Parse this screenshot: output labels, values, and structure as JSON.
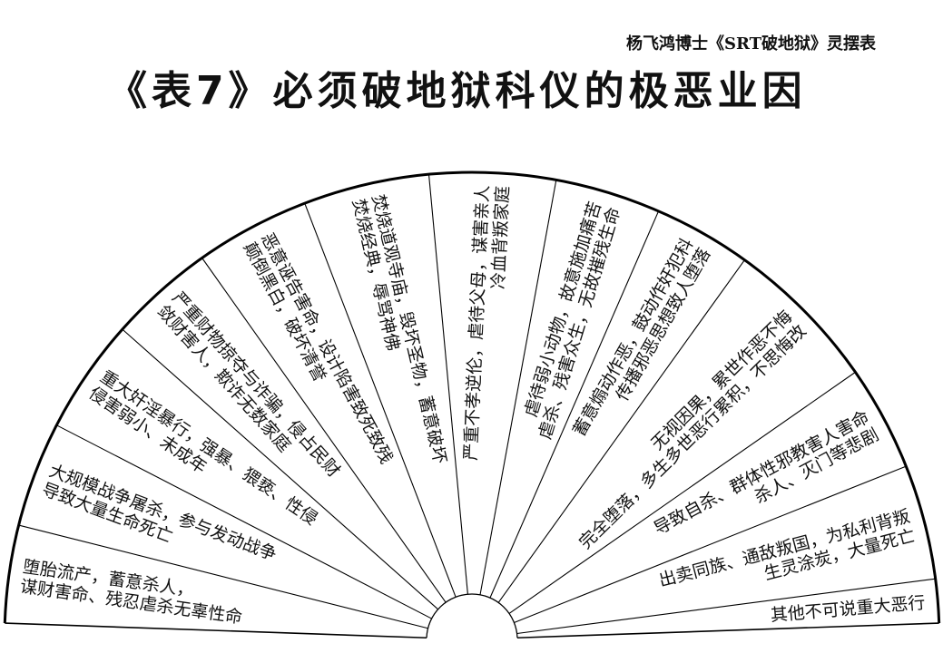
{
  "header": {
    "subtitle": "杨飞鸿博士《SRT破地狱》灵摆表",
    "title": "《表7》必须破地狱科仪的极恶业因"
  },
  "fan": {
    "segments": [
      {
        "lines": [
          "堕胎流产，蓄意杀人，",
          "谋财害命、残忍虐杀无辜性命"
        ]
      },
      {
        "lines": [
          "大规模战争屠杀，参与发动战争",
          "导致大量生命死亡"
        ]
      },
      {
        "lines": [
          "重大奸淫暴行，强暴、猥亵、性侵",
          "侵害弱小、未成年"
        ]
      },
      {
        "lines": [
          "严重财物掠夺与诈骗，侵占民财",
          "敛财害人，欺诈无数家庭"
        ]
      },
      {
        "lines": [
          "恶意诬告害命，设计陷害致死致残",
          "颠倒黑白，破坏清誉"
        ]
      },
      {
        "lines": [
          "焚烧道观寺庙，毁坏圣物，蓄意破坏",
          "焚烧经典，辱骂神佛"
        ]
      },
      {
        "lines": [
          "严重不孝逆伦，虐待父母，谋害亲人",
          "冷血背叛家庭"
        ]
      },
      {
        "lines": [
          "虐待弱小动物，故意施加痛苦",
          "虐杀、残害众生，无故摧残生命"
        ]
      },
      {
        "lines": [
          "蓄意煽动作恶，鼓动作奸犯科",
          "传播邪恶思想致人堕落"
        ]
      },
      {
        "lines": [
          "无视因果，累世作恶不悔",
          "完全堕落，多生多世恶行累积，不思悔改"
        ]
      },
      {
        "lines": [
          "导致自杀、群体性邪教害人害命",
          "杀人、灭门等悲剧"
        ]
      },
      {
        "lines": [
          "出卖同族、通敌叛国，为私利背叛",
          "生灵涂炭，大量死亡"
        ]
      },
      {
        "lines": [
          "其他不可说重大恶行"
        ]
      }
    ]
  }
}
